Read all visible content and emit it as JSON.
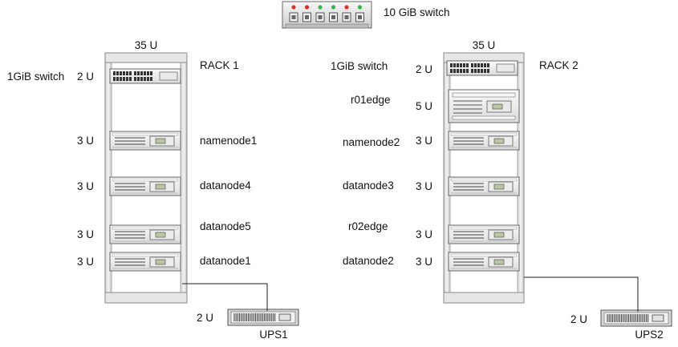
{
  "top_switch": {
    "label": "10 GiB switch",
    "led_colors": [
      "#d9312b",
      "#d9312b",
      "#3cb34a",
      "#3cb34a",
      "#d9312b",
      "#3cb34a"
    ]
  },
  "racks": [
    {
      "name": "RACK 1",
      "height_label": "35 U",
      "devices": [
        {
          "label": "1GiB switch",
          "units": "2 U",
          "kind": "switch"
        },
        {
          "label": "namenode1",
          "units": "3 U",
          "kind": "server"
        },
        {
          "label": "datanode4",
          "units": "3 U",
          "kind": "server"
        },
        {
          "label": "datanode5",
          "units": "3 U",
          "kind": "server"
        },
        {
          "label": "datanode1",
          "units": "3 U",
          "kind": "server"
        }
      ],
      "ups": {
        "label": "UPS1",
        "units": "2 U"
      }
    },
    {
      "name": "RACK 2",
      "height_label": "35 U",
      "devices": [
        {
          "label": "1GiB switch",
          "units": "2 U",
          "kind": "switch"
        },
        {
          "label": "r01edge",
          "units": "5 U",
          "kind": "edge"
        },
        {
          "label": "namenode2",
          "units": "3 U",
          "kind": "server"
        },
        {
          "label": "datanode3",
          "units": "3 U",
          "kind": "server"
        },
        {
          "label": "r02edge",
          "units": "3 U",
          "kind": "server"
        },
        {
          "label": "datanode2",
          "units": "3 U",
          "kind": "server"
        }
      ],
      "ups": {
        "label": "UPS2",
        "units": "2 U"
      }
    }
  ],
  "colors": {
    "rack_frame": "#e3e3e3",
    "rack_edge": "#8a8a8a",
    "device_body": "#f2f2f2",
    "cable": "#222222"
  }
}
